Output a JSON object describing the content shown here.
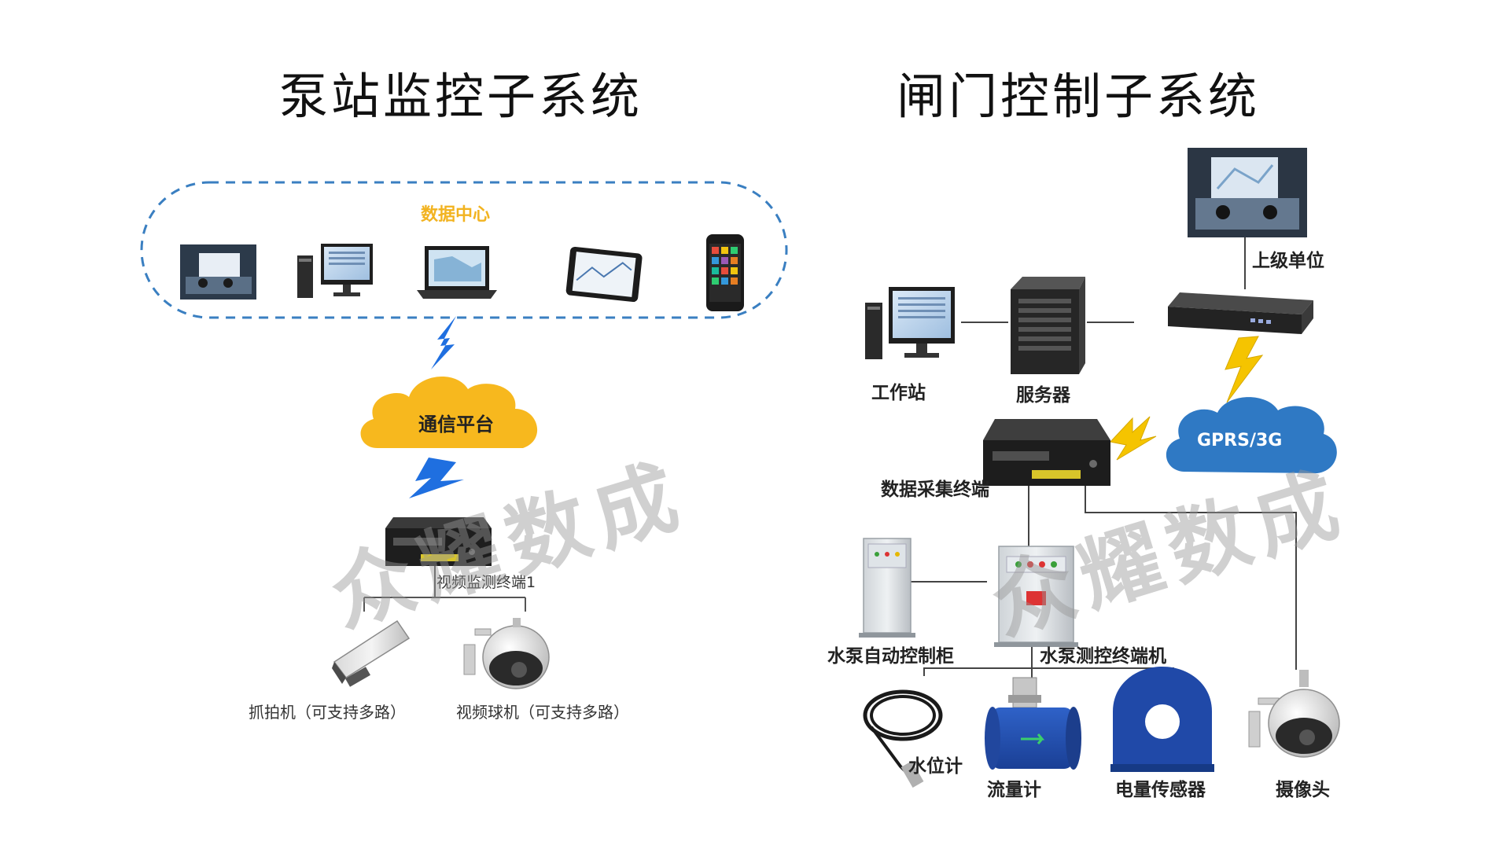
{
  "titles": {
    "left": "泵站监控子系统",
    "right": "闸门控制子系统"
  },
  "left_system": {
    "data_center": "数据中心",
    "comm_platform": "通信平台",
    "video_terminal": "视频监测终端1",
    "snapshot_camera": "抓拍机（可支持多路）",
    "dome_camera": "视频球机（可支持多路）"
  },
  "right_system": {
    "superior_unit": "上级单位",
    "workstation": "工作站",
    "server": "服务器",
    "network": "GPRS/3G",
    "data_terminal": "数据采集终端",
    "pump_cabinet": "水泵自动控制柜",
    "pump_terminal": "水泵测控终端机",
    "water_level": "水位计",
    "flow_meter": "流量计",
    "power_sensor": "电量传感器",
    "camera": "摄像头"
  },
  "watermark": {
    "text": "众耀数成"
  },
  "colors": {
    "dashed_border": "#3a7fc1",
    "data_center_text": "#f2b320",
    "cloud_yellow": "#f7b81e",
    "cloud_blue": "#2f79c4",
    "lightning_blue": "#1f6fe0",
    "lightning_yellow": "#f5c400",
    "watermark": "#969696"
  }
}
